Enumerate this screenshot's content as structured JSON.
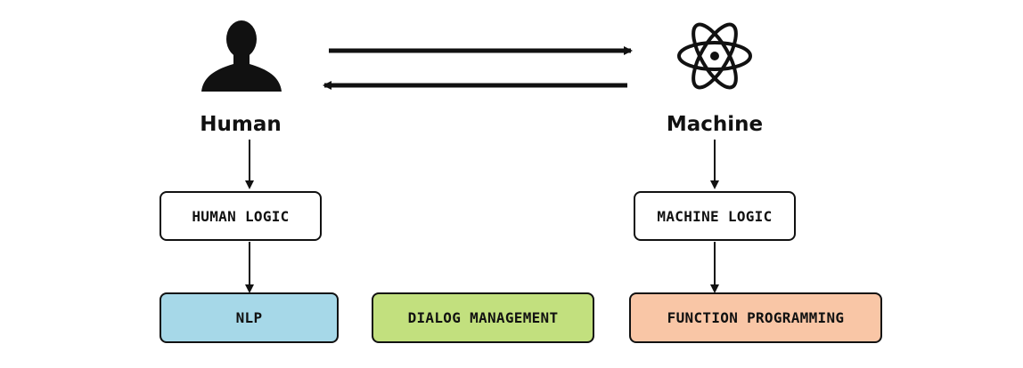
{
  "human": {
    "label": "Human",
    "icon": "person-icon",
    "logic_label": "HUMAN LOGIC"
  },
  "machine": {
    "label": "Machine",
    "icon": "atom-icon",
    "logic_label": "MACHINE LOGIC"
  },
  "components": [
    {
      "label": "NLP",
      "color": "#a6d8e8"
    },
    {
      "label": "DIALOG MANAGEMENT",
      "color": "#c2e07e"
    },
    {
      "label": "FUNCTION PROGRAMMING",
      "color": "#f9c6a6"
    }
  ]
}
